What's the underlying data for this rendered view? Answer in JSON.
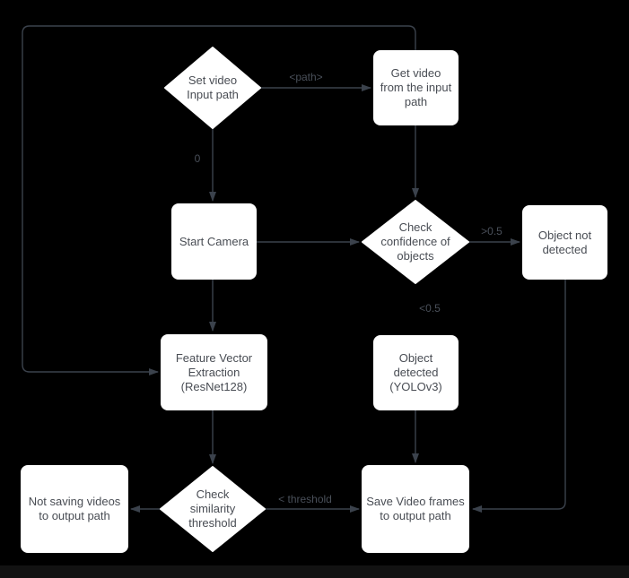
{
  "canvas": {
    "background": "#000000",
    "edge_color": "#3b424c",
    "node_fill": "#ffffff",
    "node_text_color": "#494d54",
    "edge_label_color": "#4a505a"
  },
  "nodes": [
    {
      "id": "set-video-input-path",
      "type": "decision",
      "label": "Set video Input path"
    },
    {
      "id": "get-video-from-input-path",
      "type": "process",
      "label": "Get video from the input path"
    },
    {
      "id": "start-camera",
      "type": "process",
      "label": "Start Camera"
    },
    {
      "id": "check-confidence-of-objects",
      "type": "decision",
      "label": "Check confidence of objects"
    },
    {
      "id": "object-not-detected",
      "type": "process",
      "label": "Object not detected"
    },
    {
      "id": "feature-vector-extraction",
      "type": "process",
      "label": "Feature Vector Extraction (ResNet128)"
    },
    {
      "id": "object-detected-yolov3",
      "type": "process",
      "label": "Object detected (YOLOv3)"
    },
    {
      "id": "not-saving-videos",
      "type": "process",
      "label": "Not saving videos to output path"
    },
    {
      "id": "check-similarity-threshold",
      "type": "decision",
      "label": "Check similarity threshold"
    },
    {
      "id": "save-video-frames",
      "type": "process",
      "label": "Save Video frames to output path"
    }
  ],
  "edges": [
    {
      "from": "set-video-input-path",
      "to": "get-video-from-input-path",
      "label": "<path>"
    },
    {
      "from": "set-video-input-path",
      "to": "start-camera",
      "label": "0"
    },
    {
      "from": "get-video-from-input-path",
      "to": "check-confidence-of-objects",
      "label": ""
    },
    {
      "from": "get-video-from-input-path",
      "to": "feature-vector-extraction",
      "label": ""
    },
    {
      "from": "start-camera",
      "to": "check-confidence-of-objects",
      "label": ""
    },
    {
      "from": "start-camera",
      "to": "feature-vector-extraction",
      "label": ""
    },
    {
      "from": "check-confidence-of-objects",
      "to": "object-not-detected",
      "label": ">0.5"
    },
    {
      "from": "check-confidence-of-objects",
      "to": "object-detected-yolov3",
      "label": "<0.5"
    },
    {
      "from": "object-detected-yolov3",
      "to": "save-video-frames",
      "label": ""
    },
    {
      "from": "object-not-detected",
      "to": "save-video-frames",
      "label": ""
    },
    {
      "from": "feature-vector-extraction",
      "to": "check-similarity-threshold",
      "label": ""
    },
    {
      "from": "check-similarity-threshold",
      "to": "not-saving-videos",
      "label": ""
    },
    {
      "from": "check-similarity-threshold",
      "to": "save-video-frames",
      "label": "< threshold"
    }
  ]
}
